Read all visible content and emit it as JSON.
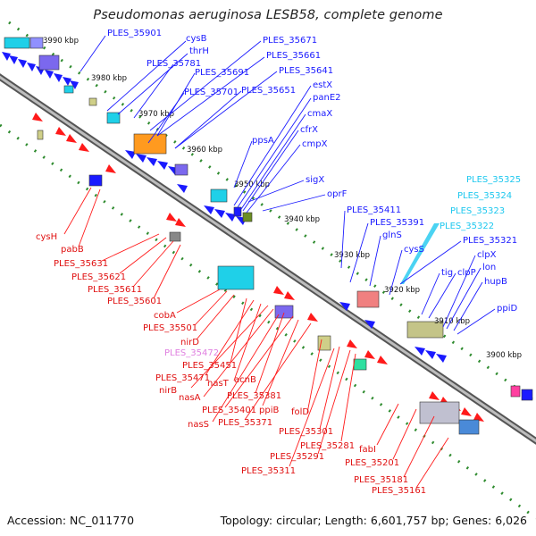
{
  "title": "Pseudomonas aeruginosa LESB58, complete genome",
  "accession": "Accession: NC_011770",
  "summary": "Topology: circular; Length: 6,601,757 bp; Genes: 6,026",
  "colors": {
    "forward_strand_features": "#1a1aff",
    "reverse_strand_features": "#ff1a1a",
    "backbone": "#888888",
    "tick_dots": "#2e8b2e",
    "highlight_label": "#1ec8ef",
    "faded_label": "#e080e0"
  },
  "ticks": [
    "3990 kbp",
    "3980 kbp",
    "3970 kbp",
    "3960 kbp",
    "3950 kbp",
    "3940 kbp",
    "3930 kbp",
    "3920 kbp",
    "3910 kbp",
    "3900 kbp"
  ],
  "labels_top": [
    "PLES_35901",
    "cysB",
    "thrH",
    "PLES_35781",
    "PLES_35671",
    "PLES_35661",
    "PLES_35691",
    "PLES_35641",
    "PLES_35701",
    "PLES_35651",
    "estX",
    "panE2",
    "cmaX",
    "cfrX",
    "cmpX",
    "ppsA",
    "sigX",
    "oprF",
    "PLES_35411",
    "PLES_35391",
    "glnS",
    "cysS",
    "PLES_35321",
    "clpX",
    "lon",
    "tig",
    "clpP",
    "hupB",
    "ppiD"
  ],
  "labels_highlight": [
    "PLES_35325",
    "PLES_35324",
    "PLES_35323",
    "PLES_35322"
  ],
  "labels_bottom": [
    "cysH",
    "pabB",
    "PLES_35631",
    "PLES_35621",
    "PLES_35611",
    "PLES_35601",
    "cobA",
    "PLES_35501",
    "nirD",
    "PLES_35472",
    "PLES_35451",
    "PLES_35471",
    "nasT",
    "acnB",
    "nirB",
    "nasA",
    "PLES_35381",
    "PLES_35401",
    "ppiB",
    "PLES_35371",
    "nasS",
    "folD",
    "PLES_35301",
    "PLES_35281",
    "PLES_35291",
    "PLES_35311",
    "fabI",
    "PLES_35201",
    "PLES_35181",
    "PLES_35161"
  ]
}
